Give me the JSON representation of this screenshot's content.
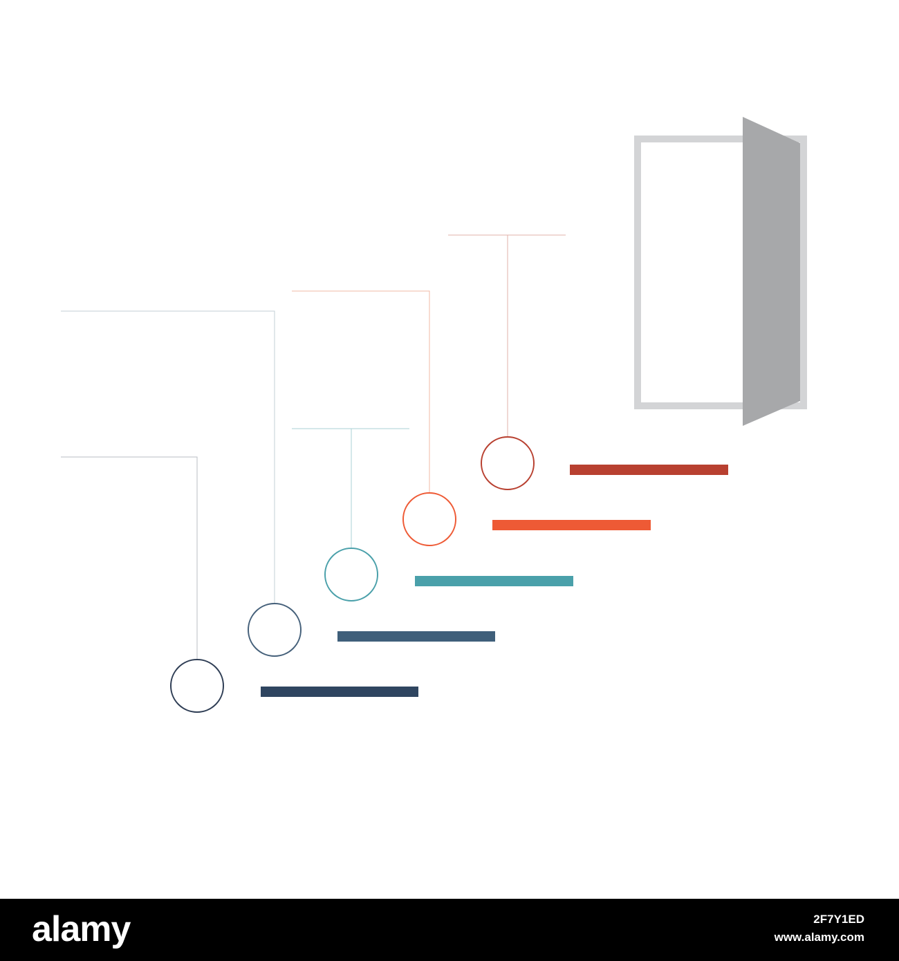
{
  "diagram": {
    "steps": [
      {
        "id": "step-1",
        "color": "#2f4560"
      },
      {
        "id": "step-2",
        "color": "#3f5f7a"
      },
      {
        "id": "step-3",
        "color": "#4aa0aa"
      },
      {
        "id": "step-4",
        "color": "#ee5a35"
      },
      {
        "id": "step-5",
        "color": "#b84030"
      }
    ],
    "door": {
      "frame_color": "#d3d4d6",
      "panel_color": "#a7a8aa"
    }
  },
  "watermark": {
    "logo_text": "alamy",
    "image_code": "2F7Y1ED",
    "url": "www.alamy.com"
  }
}
